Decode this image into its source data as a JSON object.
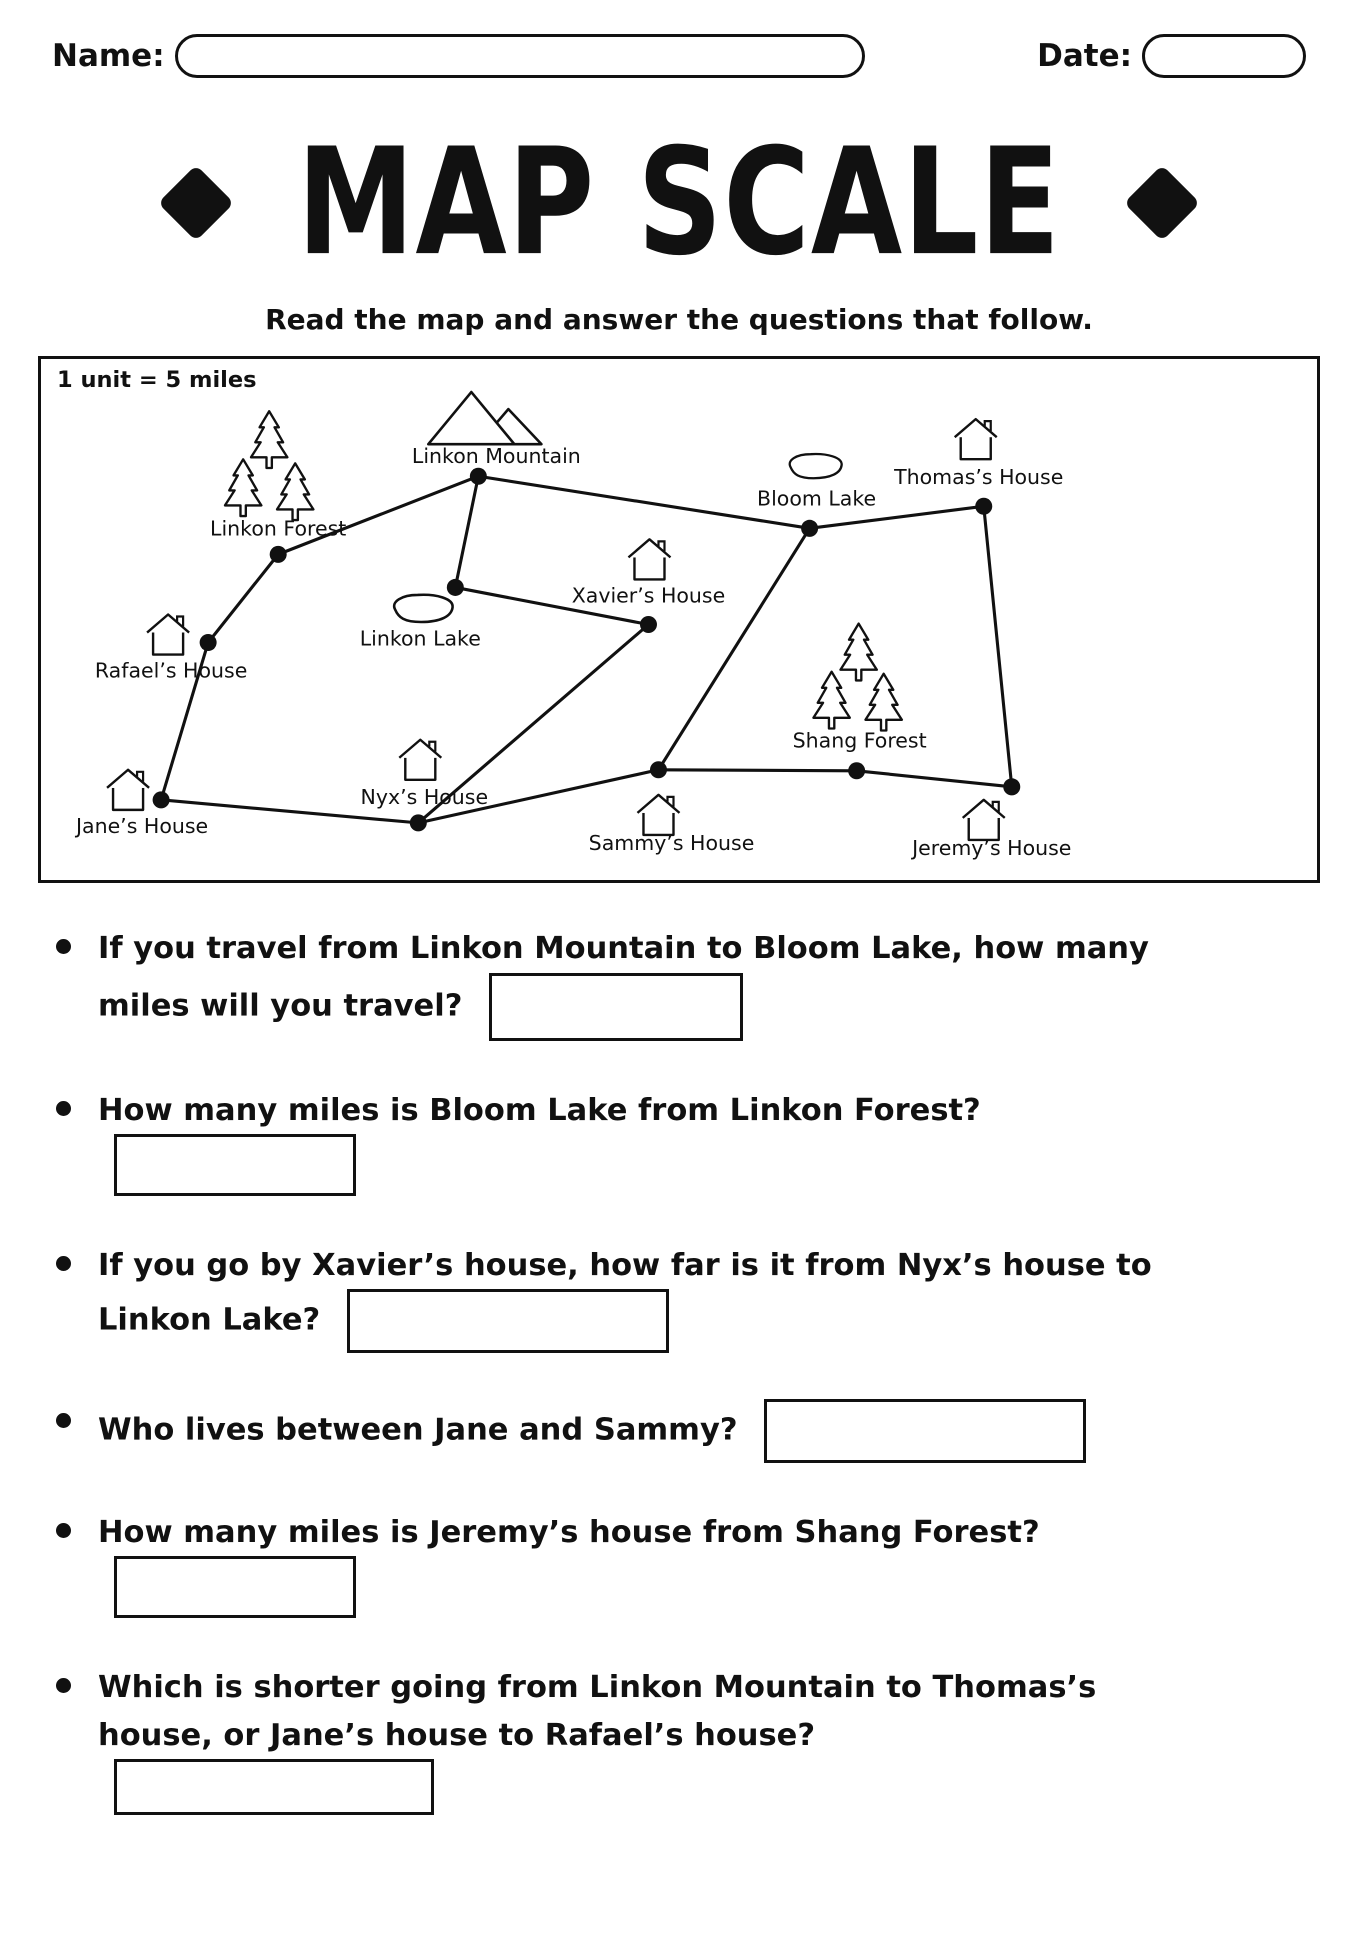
{
  "style": {
    "ink": "#111111",
    "paper": "#ffffff"
  },
  "header": {
    "name_label": "Name:",
    "name_value": "",
    "date_label": "Date:",
    "date_value": ""
  },
  "title": {
    "text": "MAP SCALE",
    "left_icon": "filled-diamond",
    "right_icon": "filled-diamond"
  },
  "instruction": "Read the map and answer the questions that follow.",
  "map": {
    "scale_note": "1 unit = 5 miles",
    "locations": {
      "linkon_mountain": {
        "label": "Linkon Mountain",
        "icon": "mountain-icon"
      },
      "linkon_forest": {
        "label": "Linkon Forest",
        "icon": "pine-trees-icon"
      },
      "thomas_house": {
        "label": "Thomas’s House",
        "icon": "house-icon"
      },
      "bloom_lake": {
        "label": "Bloom Lake",
        "icon": "lake-icon"
      },
      "xavier_house": {
        "label": "Xavier’s House",
        "icon": "house-icon"
      },
      "linkon_lake": {
        "label": "Linkon Lake",
        "icon": "lake-icon"
      },
      "rafael_house": {
        "label": "Rafael’s House",
        "icon": "house-icon"
      },
      "shang_forest": {
        "label": "Shang Forest",
        "icon": "pine-trees-icon"
      },
      "nyx_house": {
        "label": "Nyx’s House",
        "icon": "house-icon"
      },
      "jane_house": {
        "label": "Jane’s House",
        "icon": "house-icon"
      },
      "sammy_house": {
        "label": "Sammy’s House",
        "icon": "house-icon"
      },
      "jeremy_house": {
        "label": "Jeremy’s House",
        "icon": "house-icon"
      }
    },
    "connections": [
      [
        "linkon_mountain",
        "linkon_forest"
      ],
      [
        "linkon_mountain",
        "linkon_lake"
      ],
      [
        "linkon_mountain",
        "bloom_lake"
      ],
      [
        "linkon_forest",
        "rafael_house"
      ],
      [
        "rafael_house",
        "jane_house"
      ],
      [
        "linkon_lake",
        "xavier_house"
      ],
      [
        "xavier_house",
        "nyx_house"
      ],
      [
        "bloom_lake",
        "thomas_house"
      ],
      [
        "bloom_lake",
        "sammy_house"
      ],
      [
        "thomas_house",
        "jeremy_house"
      ],
      [
        "jane_house",
        "nyx_house"
      ],
      [
        "nyx_house",
        "sammy_house"
      ],
      [
        "sammy_house",
        "shang_forest"
      ],
      [
        "shang_forest",
        "jeremy_house"
      ]
    ]
  },
  "questions": [
    {
      "text": "If you travel from Linkon Mountain to Bloom Lake, how many miles will you travel?"
    },
    {
      "text": "How many miles is Bloom Lake from Linkon Forest?"
    },
    {
      "text": "If you go by Xavier’s house, how far is it from Nyx’s house to Linkon Lake?"
    },
    {
      "text": "Who lives between Jane and Sammy?"
    },
    {
      "text": "How many miles is Jeremy’s house from Shang Forest?"
    },
    {
      "text": "Which is shorter going from Linkon Mountain to Thomas’s house, or Jane’s house to Rafael’s house?"
    }
  ]
}
